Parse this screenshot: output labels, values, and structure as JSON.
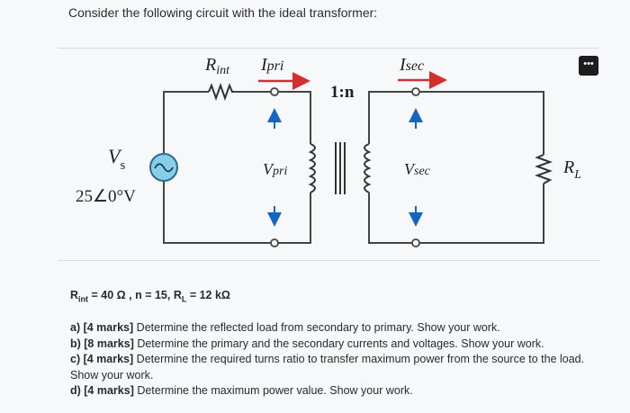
{
  "intro": "Consider the following circuit with the ideal transformer:",
  "menu_icon_glyph": "•••",
  "circuit": {
    "r_int_main": "R",
    "r_int_sub": "int",
    "i_pri_main": "I",
    "i_pri_sub": "pri",
    "ratio": "1:n",
    "i_sec_main": "I",
    "i_sec_sub": "sec",
    "vs_main": "V",
    "vs_sub": "s",
    "vs_value": "25∠0°V",
    "v_pri_main": "V",
    "v_pri_sub": "pri",
    "v_sec_main": "V",
    "v_sec_sub": "sec",
    "rl_main": "R",
    "rl_sub": "L",
    "arrow_color": "#d32f2f",
    "source_fill": "#86cfe8"
  },
  "given": {
    "r_int_label": "R",
    "r_int_sub": "int",
    "r_int_value": " = 40 Ω , n = 15, R",
    "rl_sub": "L",
    "rl_value": " = 12 kΩ"
  },
  "questions": [
    {
      "prefix": "a) [4 marks]",
      "text": " Determine the reflected load from secondary to primary. Show your work."
    },
    {
      "prefix": "b) [8 marks]",
      "text": " Determine the primary and the secondary currents and voltages. Show your work."
    },
    {
      "prefix": "c) [4 marks]",
      "text": " Determine the required turns ratio to transfer maximum power from the source to the load. Show your work."
    },
    {
      "prefix": "d) [4 marks]",
      "text": " Determine the maximum power value. Show your work."
    }
  ]
}
